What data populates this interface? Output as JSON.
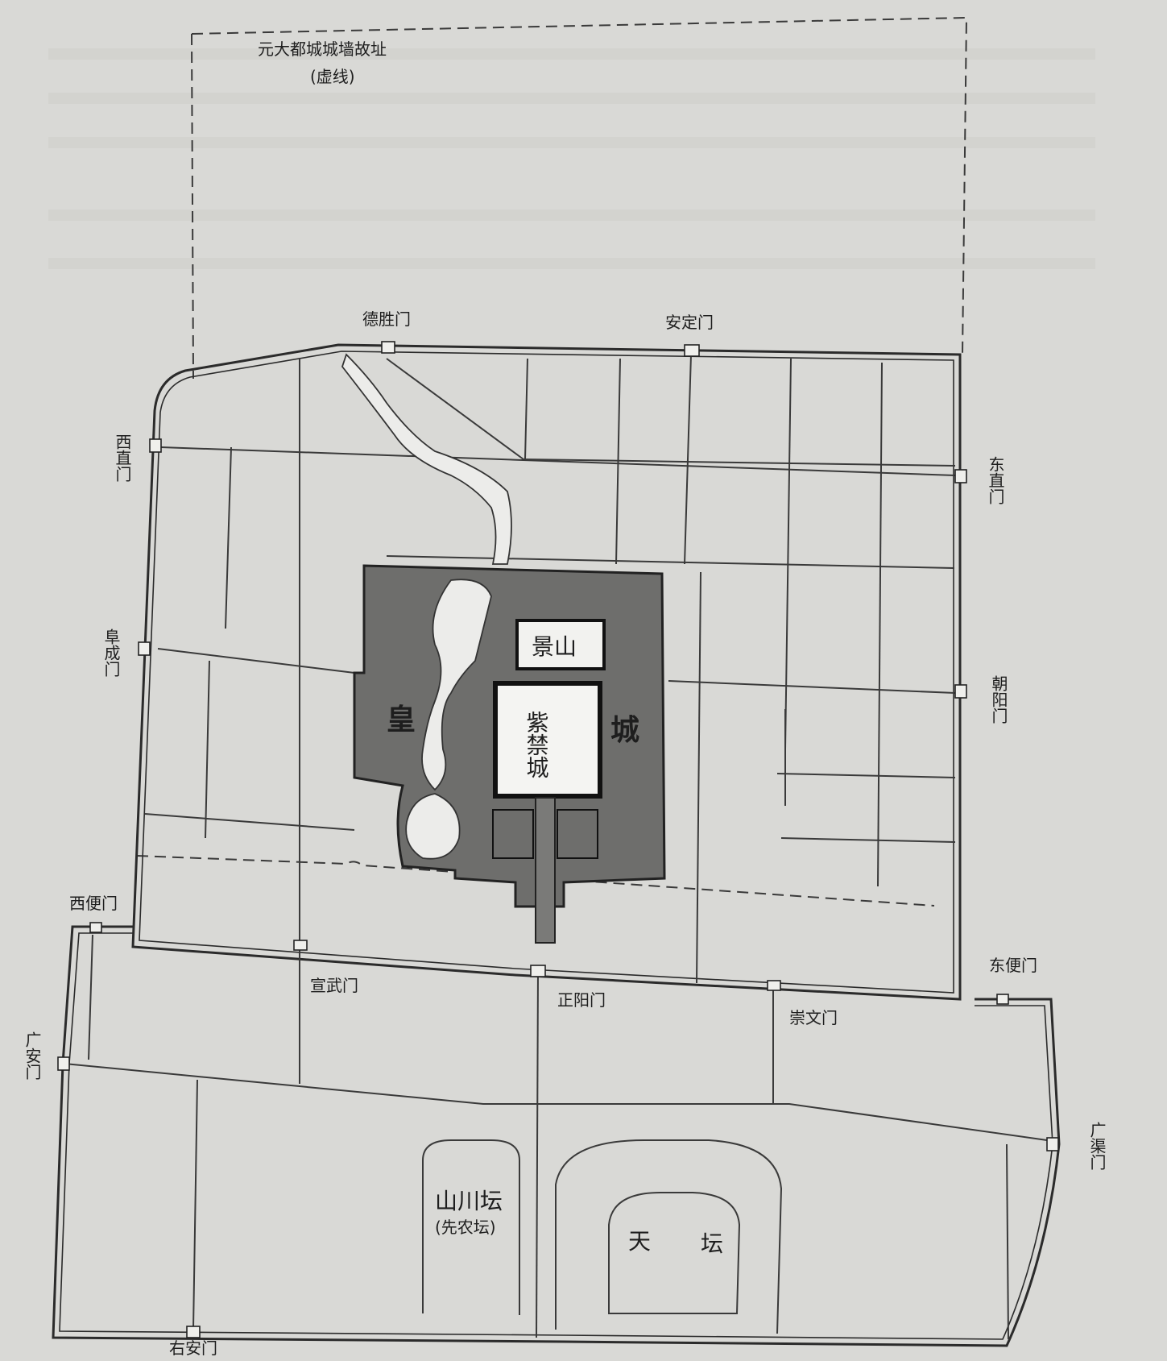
{
  "labels": {
    "old_wall": "元大都城城墙故址",
    "old_wall_note": "(虚线)",
    "deshengmen": "德胜门",
    "andingmen": "安定门",
    "xizhimen": "西直门",
    "dongzhimen": "东直门",
    "fuchengmen": "阜成门",
    "chaoyangmen": "朝阳门",
    "xibianmen": "西便门",
    "dongbianmen": "东便门",
    "xuanwumen": "宣武门",
    "zhengyangmen": "正阳门",
    "chongwenmen": "崇文门",
    "guanganmen": "广安门",
    "guangqumen": "广渠门",
    "youanmen": "右安门",
    "jingshan": "景山",
    "zijincheng": "紫禁城",
    "huang": "皇",
    "cheng": "城",
    "shanchuantan": "山川坛",
    "xiannongtan": "(先农坛)",
    "tiantan_tian": "天",
    "tiantan_tan": "坛"
  },
  "colors": {
    "paper": "#d9d9d6",
    "ink": "#2b2b2b",
    "imperial_city": "#6e6e6c",
    "forbidden_city": "#f4f4f2"
  }
}
